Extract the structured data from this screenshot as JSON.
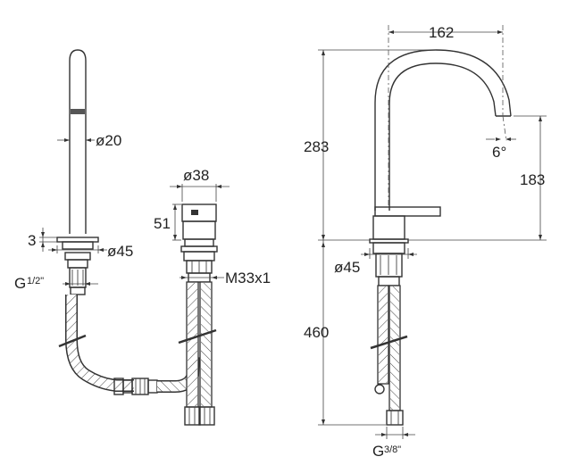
{
  "left_view": {
    "dia_20": "ø20",
    "dia_38": "ø38",
    "height_51": "51",
    "thickness_3": "3",
    "dia_45": "ø45",
    "thread_main": "G",
    "thread_frac": "1/2\"",
    "thread_m33": "M33x1"
  },
  "right_view": {
    "width_162": "162",
    "height_283": "283",
    "angle_6": "6°",
    "height_183": "183",
    "dia_45": "ø45",
    "depth_460": "460",
    "thread_main": "G",
    "thread_frac": "3/8\""
  }
}
